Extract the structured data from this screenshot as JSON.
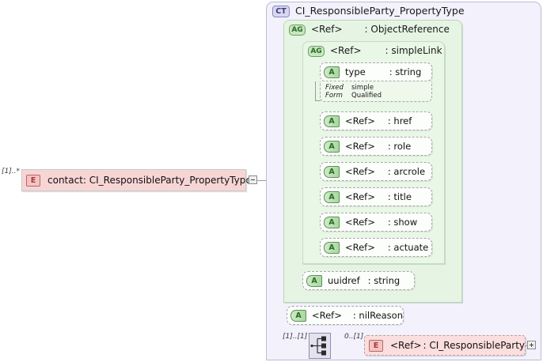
{
  "diagram": {
    "kind": "xml-schema-diagram",
    "colors": {
      "complex_type_fill": "#f2f1fc",
      "complex_type_border": "#bdbcd4",
      "attribute_group_fill": "#e6f5e3",
      "attribute_group_border": "#b9d8b3",
      "attribute_row_fill": "#fbfefa",
      "element_fill": "#f8d5d5",
      "element_ref_fill": "#fbdede",
      "badge_ct": "#d9d7f0",
      "badge_ag": "#c5e8bd",
      "badge_a": "#a8d89f",
      "badge_e": "#f6c3c3",
      "connector": "#9a9a9a"
    }
  },
  "root_element": {
    "badge": "E",
    "badge_name": "element-badge",
    "name": "contact",
    "type": ": CI_ResponsibleParty_PropertyType",
    "multiplicity": "[1]..*",
    "toggle": "collapse-toggle"
  },
  "complex_type": {
    "badge": "CT",
    "title": "CI_ResponsibleParty_PropertyType"
  },
  "attribute_groups": [
    {
      "badge": "AG",
      "name": "<Ref>",
      "type": ": ObjectReference"
    },
    {
      "badge": "AG",
      "name": "<Ref>",
      "type": ": simpleLink"
    }
  ],
  "simple_link_attributes": [
    {
      "badge": "A",
      "name": "type",
      "type": ": string"
    },
    {
      "badge": "A",
      "name": "<Ref>",
      "type": ": href"
    },
    {
      "badge": "A",
      "name": "<Ref>",
      "type": ": role"
    },
    {
      "badge": "A",
      "name": "<Ref>",
      "type": ": arcrole"
    },
    {
      "badge": "A",
      "name": "<Ref>",
      "type": ": title"
    },
    {
      "badge": "A",
      "name": "<Ref>",
      "type": ": show"
    },
    {
      "badge": "A",
      "name": "<Ref>",
      "type": ": actuate"
    }
  ],
  "type_facets": {
    "fixed_label": "Fixed",
    "fixed_value": "simple",
    "form_label": "Form",
    "form_value": "Qualified"
  },
  "object_reference_attributes": [
    {
      "badge": "A",
      "name": "uuidref",
      "type": ": string"
    }
  ],
  "nil_reason_attribute": {
    "badge": "A",
    "name": "<Ref>",
    "type": ": nilReason"
  },
  "sequence": {
    "icon": "sequence-icon",
    "multiplicity": "[1]..[1]"
  },
  "child_element": {
    "badge": "E",
    "name": "<Ref>",
    "type": ": CI_ResponsibleParty",
    "multiplicity": "0..[1]",
    "toggle": "expand-toggle"
  }
}
